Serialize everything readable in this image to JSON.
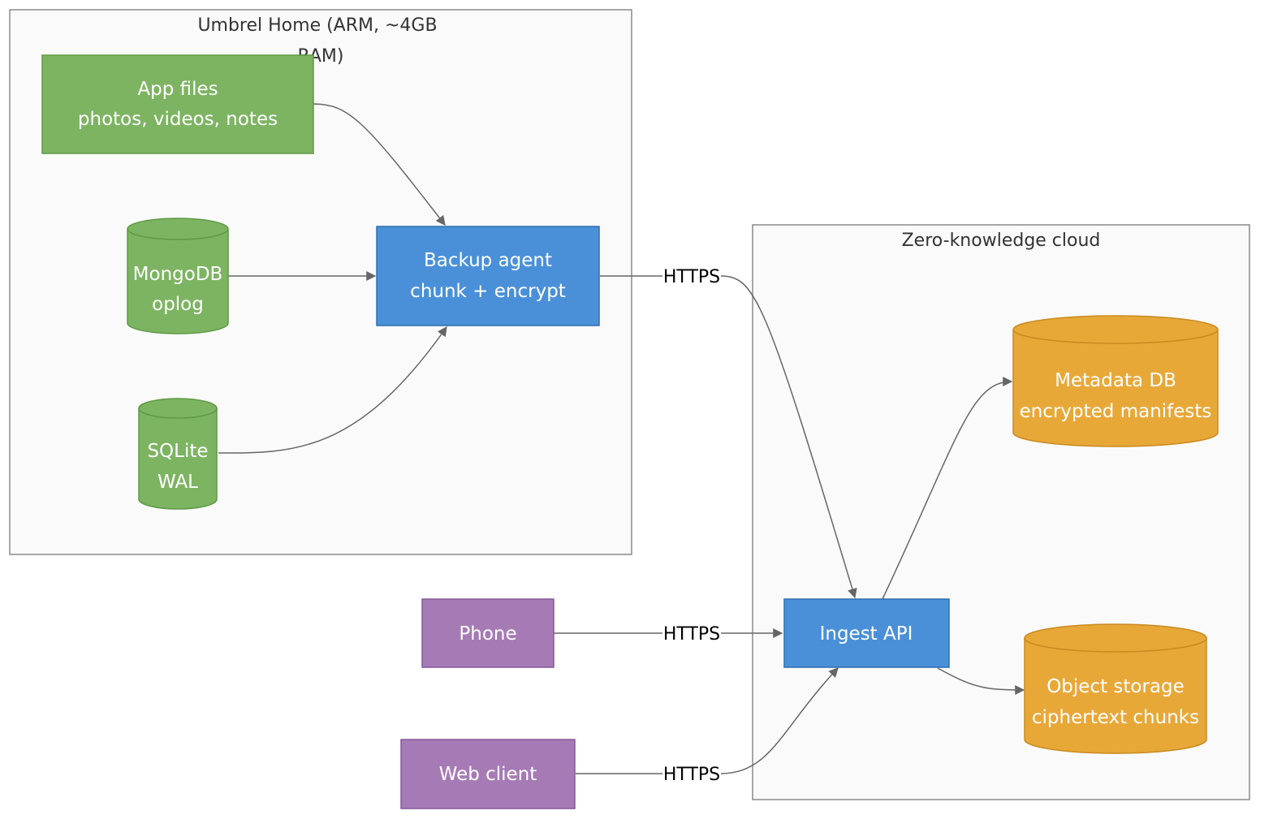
{
  "colors": {
    "source": {
      "fill": "#7db462",
      "stroke": "#5e9a44"
    },
    "agent": {
      "fill": "#4a90d9",
      "stroke": "#2e6fb0"
    },
    "client": {
      "fill": "#a67bb5",
      "stroke": "#85589a"
    },
    "storage": {
      "fill": "#e8a838",
      "stroke": "#c98a1e"
    }
  },
  "clusters": {
    "umbrel": {
      "title_line1": "Umbrel Home (ARM, ~4GB",
      "title_line2": "RAM)"
    },
    "cloud": {
      "title": "Zero-knowledge cloud"
    }
  },
  "nodes": {
    "app_files": {
      "line1": "App files",
      "line2": "photos, videos, notes"
    },
    "mongodb": {
      "line1": "MongoDB",
      "line2": "oplog"
    },
    "sqlite": {
      "line1": "SQLite",
      "line2": "WAL"
    },
    "backup_agent": {
      "line1": "Backup agent",
      "line2": "chunk + encrypt"
    },
    "phone": {
      "line1": "Phone"
    },
    "web_client": {
      "line1": "Web client"
    },
    "ingest_api": {
      "line1": "Ingest API"
    },
    "metadata_db": {
      "line1": "Metadata DB",
      "line2": "encrypted manifests"
    },
    "object_storage": {
      "line1": "Object storage",
      "line2": "ciphertext chunks"
    }
  },
  "edges": {
    "agent_to_ingest": {
      "label": "HTTPS"
    },
    "phone_to_ingest": {
      "label": "HTTPS"
    },
    "web_to_ingest": {
      "label": "HTTPS"
    }
  }
}
